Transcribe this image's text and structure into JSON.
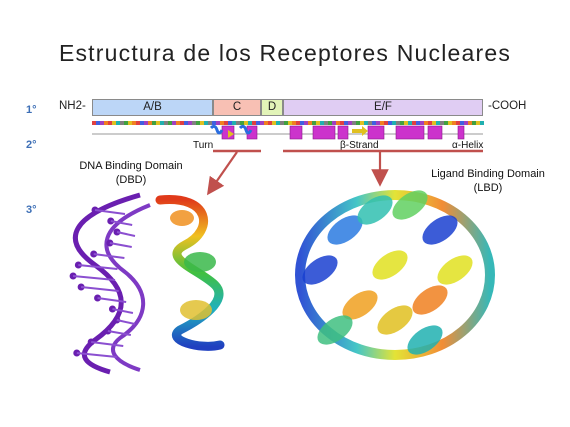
{
  "title": "Estructura de los Receptores Nucleares",
  "levels": [
    "1°",
    "2°",
    "3°"
  ],
  "primary": {
    "n_term": "NH2-",
    "c_term": "-COOH",
    "segments": [
      {
        "label": "A/B",
        "color": "#bcd6f7"
      },
      {
        "label": "C",
        "color": "#f8c0b4"
      },
      {
        "label": "D",
        "color": "#e2f4b8"
      },
      {
        "label": "E/F",
        "color": "#e0cdf3"
      }
    ]
  },
  "secondary": {
    "turn": "Turn",
    "strand": "β-Strand",
    "helix": "α-Helix"
  },
  "tertiary": {
    "dbd_line1": "DNA Binding Domain",
    "dbd_line2": "(DBD)",
    "lbd_line1": "Ligand Binding Domain",
    "lbd_line2": "(LBD)"
  },
  "colors": {
    "arrow": "#c0504d",
    "helix_block": "#cc33cc",
    "dna": "#6a1fb0",
    "level_text": "#3d6fb6"
  }
}
